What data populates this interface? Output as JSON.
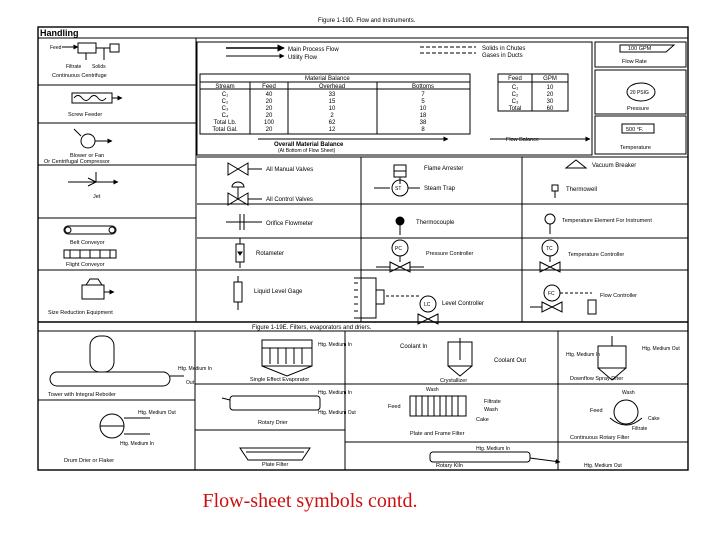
{
  "caption": "Flow-sheet symbols contd.",
  "accent_color": "#cc1010",
  "figure_a": {
    "left_header": "Handling",
    "title": "Figure 1-19D. Flow and Instruments.",
    "legend": {
      "main": "Main Process Flow",
      "utility": "Utility Flow",
      "solids": "Solids in Chutes",
      "gases": "Gases in Ducts"
    },
    "flow_rate": {
      "value": "100 GPM",
      "label": "Flow Rate"
    },
    "pressure": {
      "value": "20 PSIG",
      "label": "Pressure"
    },
    "temperature": {
      "value": "500 °F.",
      "label": "Temperature"
    },
    "handling": {
      "feed": "Feed",
      "filtrate": "Filtrate",
      "solids": "Solids",
      "centrifuge": "Continuous Centrifuge",
      "screw_feeder": "Screw Feeder",
      "blower": "Blower or Fan",
      "compressor": "Or Centrifugal Compressor",
      "jet": "Jet",
      "belt_conveyor": "Belt Conveyor",
      "flight_conveyor": "Flight Conveyor",
      "size_reduction": "Size Reduction Equipment"
    },
    "material_balance": {
      "title": "Material Balance",
      "headers": [
        "Stream",
        "Feed",
        "Overhead",
        "Bottoms"
      ],
      "rows": [
        [
          "C₁",
          "40",
          "33",
          "7"
        ],
        [
          "C₂",
          "20",
          "15",
          "5"
        ],
        [
          "C₃",
          "20",
          "10",
          "10"
        ],
        [
          "C₄",
          "20",
          "2",
          "18"
        ],
        [
          "Total Lb.",
          "100",
          "62",
          "38"
        ],
        [
          "Total Gal.",
          "20",
          "12",
          "8"
        ]
      ],
      "overall": "Overall Material Balance",
      "overall_sub": "(At Bottom of Flow Sheet)"
    },
    "flow_balance": {
      "headers": [
        "Feed",
        "GPM"
      ],
      "rows": [
        [
          "C₁",
          "10"
        ],
        [
          "C₂",
          "20"
        ],
        [
          "C₃",
          "30"
        ],
        [
          "Total",
          "60"
        ]
      ],
      "label": "Flow Balance"
    },
    "instruments": {
      "manual_valves": "All Manual Valves",
      "control_valves": "All Control Valves",
      "orifice": "Orifice Flowmeter",
      "rotameter": "Rotameter",
      "level_gage": "Liquid Level Gage",
      "flame_arrester": "Flame Arrester",
      "steam_trap": "Steam Trap",
      "st": "ST",
      "thermocouple": "Thermocouple",
      "pressure_controller": "Pressure Controller",
      "level_controller": "Level Controller",
      "vacuum_breaker": "Vacuum Breaker",
      "thermowell": "Thermowell",
      "temp_element": "Temperature Element For Instrument",
      "temp_controller": "Temperature Controller",
      "flow_controller": "Flow Controller",
      "pc": "PC",
      "tc": "TC",
      "lc": "LC",
      "fc": "FC"
    }
  },
  "figure_b": {
    "title": "Figure 1-19E. Filters, evaporators and driers.",
    "tower": "Tower with Integral Reboiler",
    "htg_medium_in": "Htg. Medium In",
    "htg_medium_out": "Htg. Medium Out",
    "out": "Out",
    "drum_drier": "Drum Drier or Flaker",
    "single_evaporator": "Single Effect Evaporator",
    "rotary_drier": "Rotary Drier",
    "plate_filter": "Plate Filter",
    "coolant_in": "Coolant In",
    "coolant_out": "Coolant Out",
    "crystallizer": "Crystallizer",
    "feed": "Feed",
    "wash": "Wash",
    "filtrate": "Filtrate",
    "cake": "Cake",
    "plate_frame": "Plate and Frame Filter",
    "rotary_kiln": "Rotary Kiln",
    "spray_drier": "Downflow Spray Drier",
    "rotary_filter": "Continuous Rotary Filter"
  }
}
